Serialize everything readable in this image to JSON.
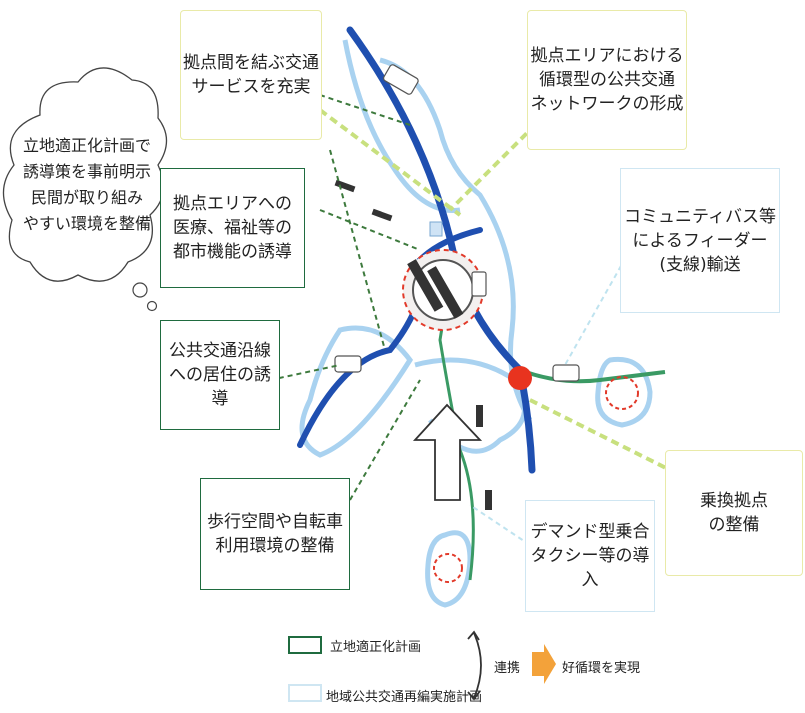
{
  "diagram": {
    "cloud_text": "立地適正化計画で\n誘導策を事前明示\n民間が取り組み\nやすい環境を整備",
    "labels": {
      "connect_services": "拠点間を結ぶ交通\nサービスを充実",
      "medical_welfare": "拠点エリアへの\n医療、福祉等の\n都市機能の誘導",
      "residence": "公共交通沿線\nへの居住の誘導",
      "walk_bike": "歩行空間や自転車\n利用環境の整備",
      "circular_network": "拠点エリアにおける\n循環型の公共交通\nネットワークの形成",
      "community_bus": "コミュニティバス等\nによるフィーダー\n(支線)輸送",
      "transfer_point": "乗換拠点\nの整備",
      "demand_taxi": "デマンド型乗合\nタクシー等の導入"
    },
    "legend": {
      "location_plan": "立地適正化計画",
      "transport_plan": "地域公共交通再編実施計画",
      "link_label": "連携",
      "cycle_label": "好循環を実現"
    },
    "colors": {
      "road_blue": "#1f4fb0",
      "area_outline": "#a9d2f0",
      "green_route": "#3a9a64",
      "node_red": "#e8331f",
      "dashed_red": "#e23a2a",
      "connector_dark_green": "#3d7a3d",
      "connector_light_green": "#c8e07e",
      "connector_light_blue": "#bfe3ef",
      "arrow_orange": "#f3a23a",
      "green_box": "#1f6b3f",
      "yellow_box": "#e9eaa8",
      "blue_box": "#cfe6f2"
    }
  }
}
